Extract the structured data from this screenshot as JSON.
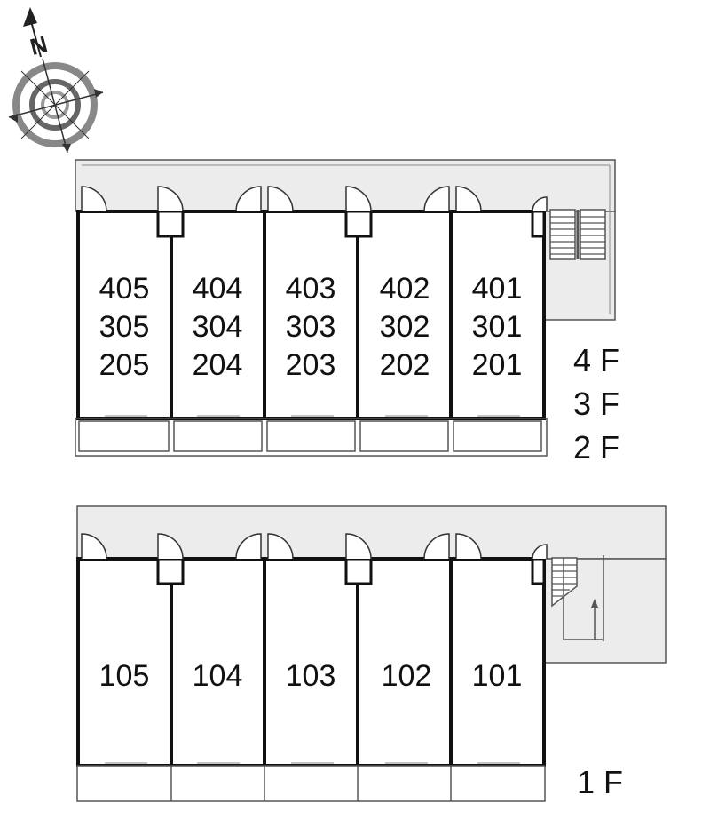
{
  "compass": {
    "north_letter": "N",
    "icon": "compass-rose-icon"
  },
  "upper_block": {
    "floors": [
      "4 F",
      "3 F",
      "2 F"
    ],
    "units": [
      [
        "405",
        "305",
        "205"
      ],
      [
        "404",
        "304",
        "204"
      ],
      [
        "403",
        "303",
        "203"
      ],
      [
        "402",
        "302",
        "202"
      ],
      [
        "401",
        "301",
        "201"
      ]
    ]
  },
  "lower_block": {
    "floors": [
      "1 F"
    ],
    "units": [
      "105",
      "104",
      "103",
      "102",
      "101"
    ]
  },
  "colors": {
    "corridor": "#ececec",
    "wall": "#111111",
    "line": "#444444"
  }
}
